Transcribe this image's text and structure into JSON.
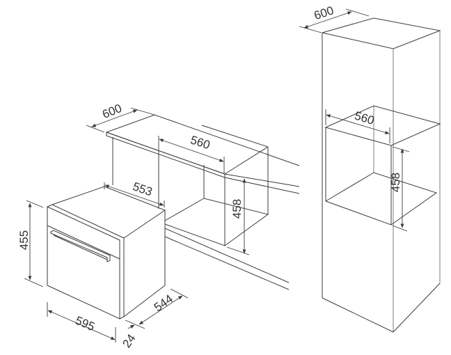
{
  "diagram": {
    "type": "built-in oven installation dimensions",
    "line_color": "#3a3a3a",
    "units": "mm",
    "oven": {
      "height": "455",
      "width": "595",
      "depth": "544",
      "front_thickness": "24"
    },
    "under_counter_cavity": {
      "counter_depth": "600",
      "cavity_width": "560",
      "cavity_depth": "553",
      "cavity_height": "458"
    },
    "tall_cabinet": {
      "cabinet_depth": "600",
      "cavity_width": "560",
      "cavity_height": "458"
    }
  }
}
